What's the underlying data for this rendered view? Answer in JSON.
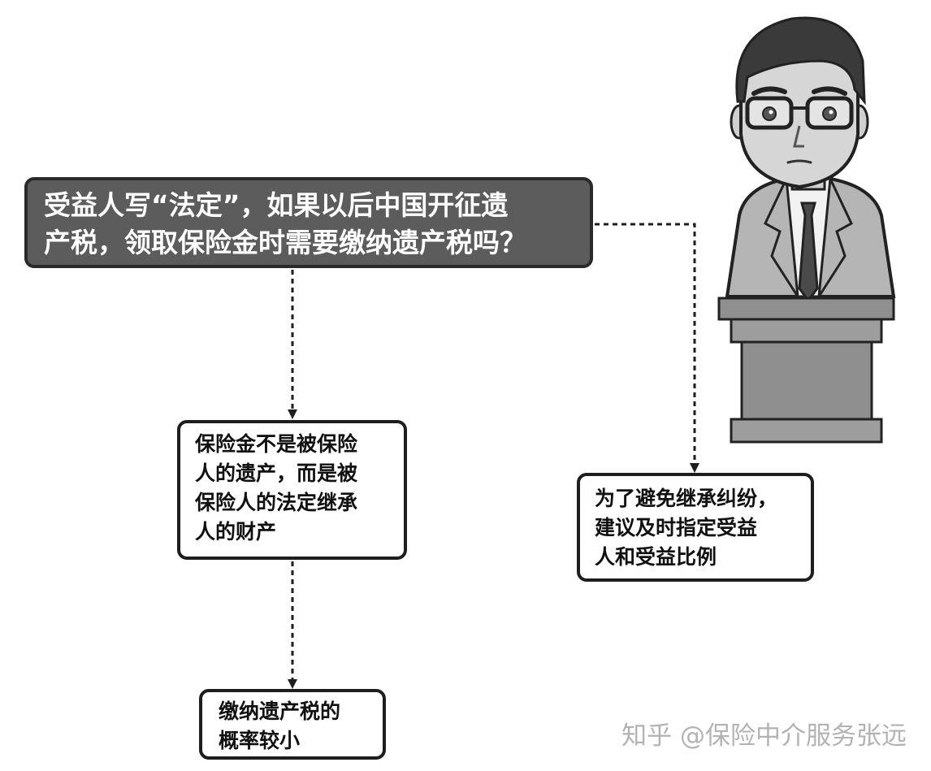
{
  "question": {
    "lines": [
      "受益人写“法定”，如果以后中国开征遗",
      "产税，领取保险金时需要缴纳遗产税吗？"
    ]
  },
  "answer_left": {
    "lines": [
      "保险金不是被保险",
      "人的遗产，而是被",
      "保险人的法定继承",
      "人的财产"
    ]
  },
  "answer_right": {
    "lines": [
      "为了避免继承纠纷，",
      "建议及时指定受益",
      "人和受益比例"
    ]
  },
  "conclusion": {
    "lines": [
      "缴纳遗产税的",
      "概率较小"
    ]
  },
  "watermark": "知乎 @保险中介服务张远",
  "colors": {
    "question_bg": "#5c5c5c",
    "border": "#1e1e1e",
    "podium": "#8f8f8f",
    "watermark": "#b3b3b3"
  }
}
